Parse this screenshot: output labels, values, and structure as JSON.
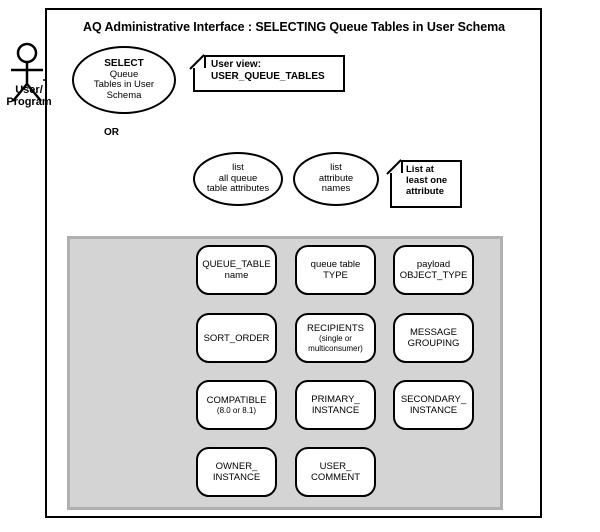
{
  "diagram": {
    "title": "AQ Administrative Interface : SELECTING Queue Tables in User Schema",
    "type": "uml-use-case-diagram"
  },
  "actor": {
    "name": "actor-user-program",
    "label_line1": "User/",
    "label_line2": "Program"
  },
  "use_cases": [
    {
      "id": "select-queue-tables",
      "heading": "SELECT",
      "line2": "Queue",
      "line3": "Tables in User",
      "line4": "Schema"
    },
    {
      "id": "list-all-queue-table-attributes",
      "line1": "list",
      "line2": "all queue",
      "line3": "table attributes"
    },
    {
      "id": "list-attribute-names",
      "line1": "list",
      "line2": "attribute",
      "line3": "names"
    }
  ],
  "connector": {
    "or_label": "OR"
  },
  "notes": [
    {
      "id": "user-view-note",
      "line1": "User view:",
      "line2": "USER_QUEUE_TABLES"
    },
    {
      "id": "list-at-least-one-note",
      "line1": "List at",
      "line2": "least one",
      "line3": "attribute"
    }
  ],
  "attribute_panel": {
    "background_color": "#d4d4d4",
    "border_color": "#b0b0b0",
    "boxes": [
      {
        "id": "queue-table-name",
        "line1": "QUEUE_TABLE",
        "line2": "name",
        "small": ""
      },
      {
        "id": "queue-table-type",
        "line1": "queue table",
        "line2": "TYPE",
        "small": ""
      },
      {
        "id": "payload-object-type",
        "line1": "payload",
        "line2": "OBJECT_TYPE",
        "small": ""
      },
      {
        "id": "sort-order",
        "line1": "SORT_ORDER",
        "line2": "",
        "small": ""
      },
      {
        "id": "recipients",
        "line1": "RECIPIENTS",
        "line2": "",
        "small": "(single or multiconsumer)"
      },
      {
        "id": "message-grouping",
        "line1": "MESSAGE",
        "line2": "GROUPING",
        "small": ""
      },
      {
        "id": "compatible",
        "line1": "COMPATIBLE",
        "line2": "",
        "small": "(8.0 or 8.1)"
      },
      {
        "id": "primary-instance",
        "line1": "PRIMARY_",
        "line2": "INSTANCE",
        "small": ""
      },
      {
        "id": "secondary-instance",
        "line1": "SECONDARY_",
        "line2": "INSTANCE",
        "small": ""
      },
      {
        "id": "owner-instance",
        "line1": "OWNER_",
        "line2": "INSTANCE",
        "small": ""
      },
      {
        "id": "user-comment",
        "line1": "USER_",
        "line2": "COMMENT",
        "small": ""
      }
    ]
  },
  "colors": {
    "stroke": "#000000",
    "panel_fill": "#d4d4d4",
    "panel_border": "#b0b0b0",
    "grey_arrow": "#a8a8a8",
    "page_background": "#ffffff"
  }
}
